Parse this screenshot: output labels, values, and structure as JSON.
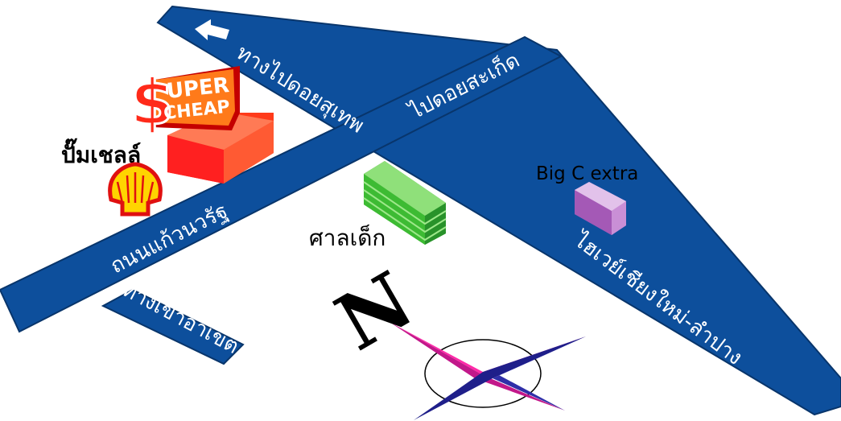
{
  "roads": {
    "to_doi_suthep": "ทางไปดอยสุเทพ",
    "to_doi_saket": "ไปดอยสะเก็ด",
    "kaeo_nawarat": "ถนนแก้วนวรัฐ",
    "to_district": "ทางเข้าอาเขต",
    "superhighway": "ไฮเวย์เชียงใหม่-ลำปาง"
  },
  "places": {
    "super_cheap_top": "UPER",
    "super_cheap_bottom": "CHEAP",
    "super_cheap_symbol": "$",
    "shell": "ปั๊มเชลล์",
    "big_c": "Big C extra",
    "shrine": "ศาลเด็ก"
  },
  "compass": {
    "north": "N"
  },
  "colors": {
    "road": "#0d4f9c",
    "road_edge": "#08356b",
    "super_cheap_building": "#ff3a1a",
    "shrine_building": "#4cc23a",
    "big_c_building": "#b86bc8",
    "compass_pink": "#ff2aa8",
    "compass_navy": "#1f1f8a"
  }
}
